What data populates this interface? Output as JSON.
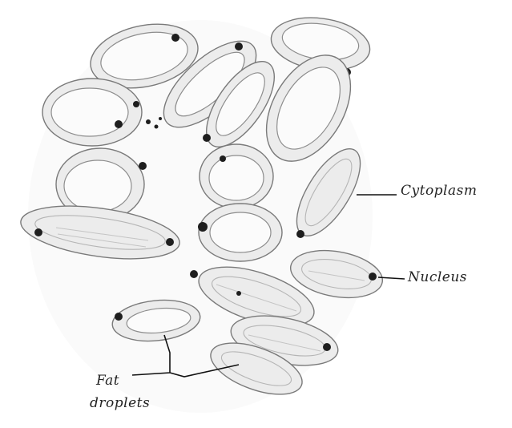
{
  "labels": {
    "cytoplasm": "Cytoplasm",
    "nucleus": "Nucleus",
    "fat_line1": "Fat",
    "fat_line2": "droplets"
  }
}
